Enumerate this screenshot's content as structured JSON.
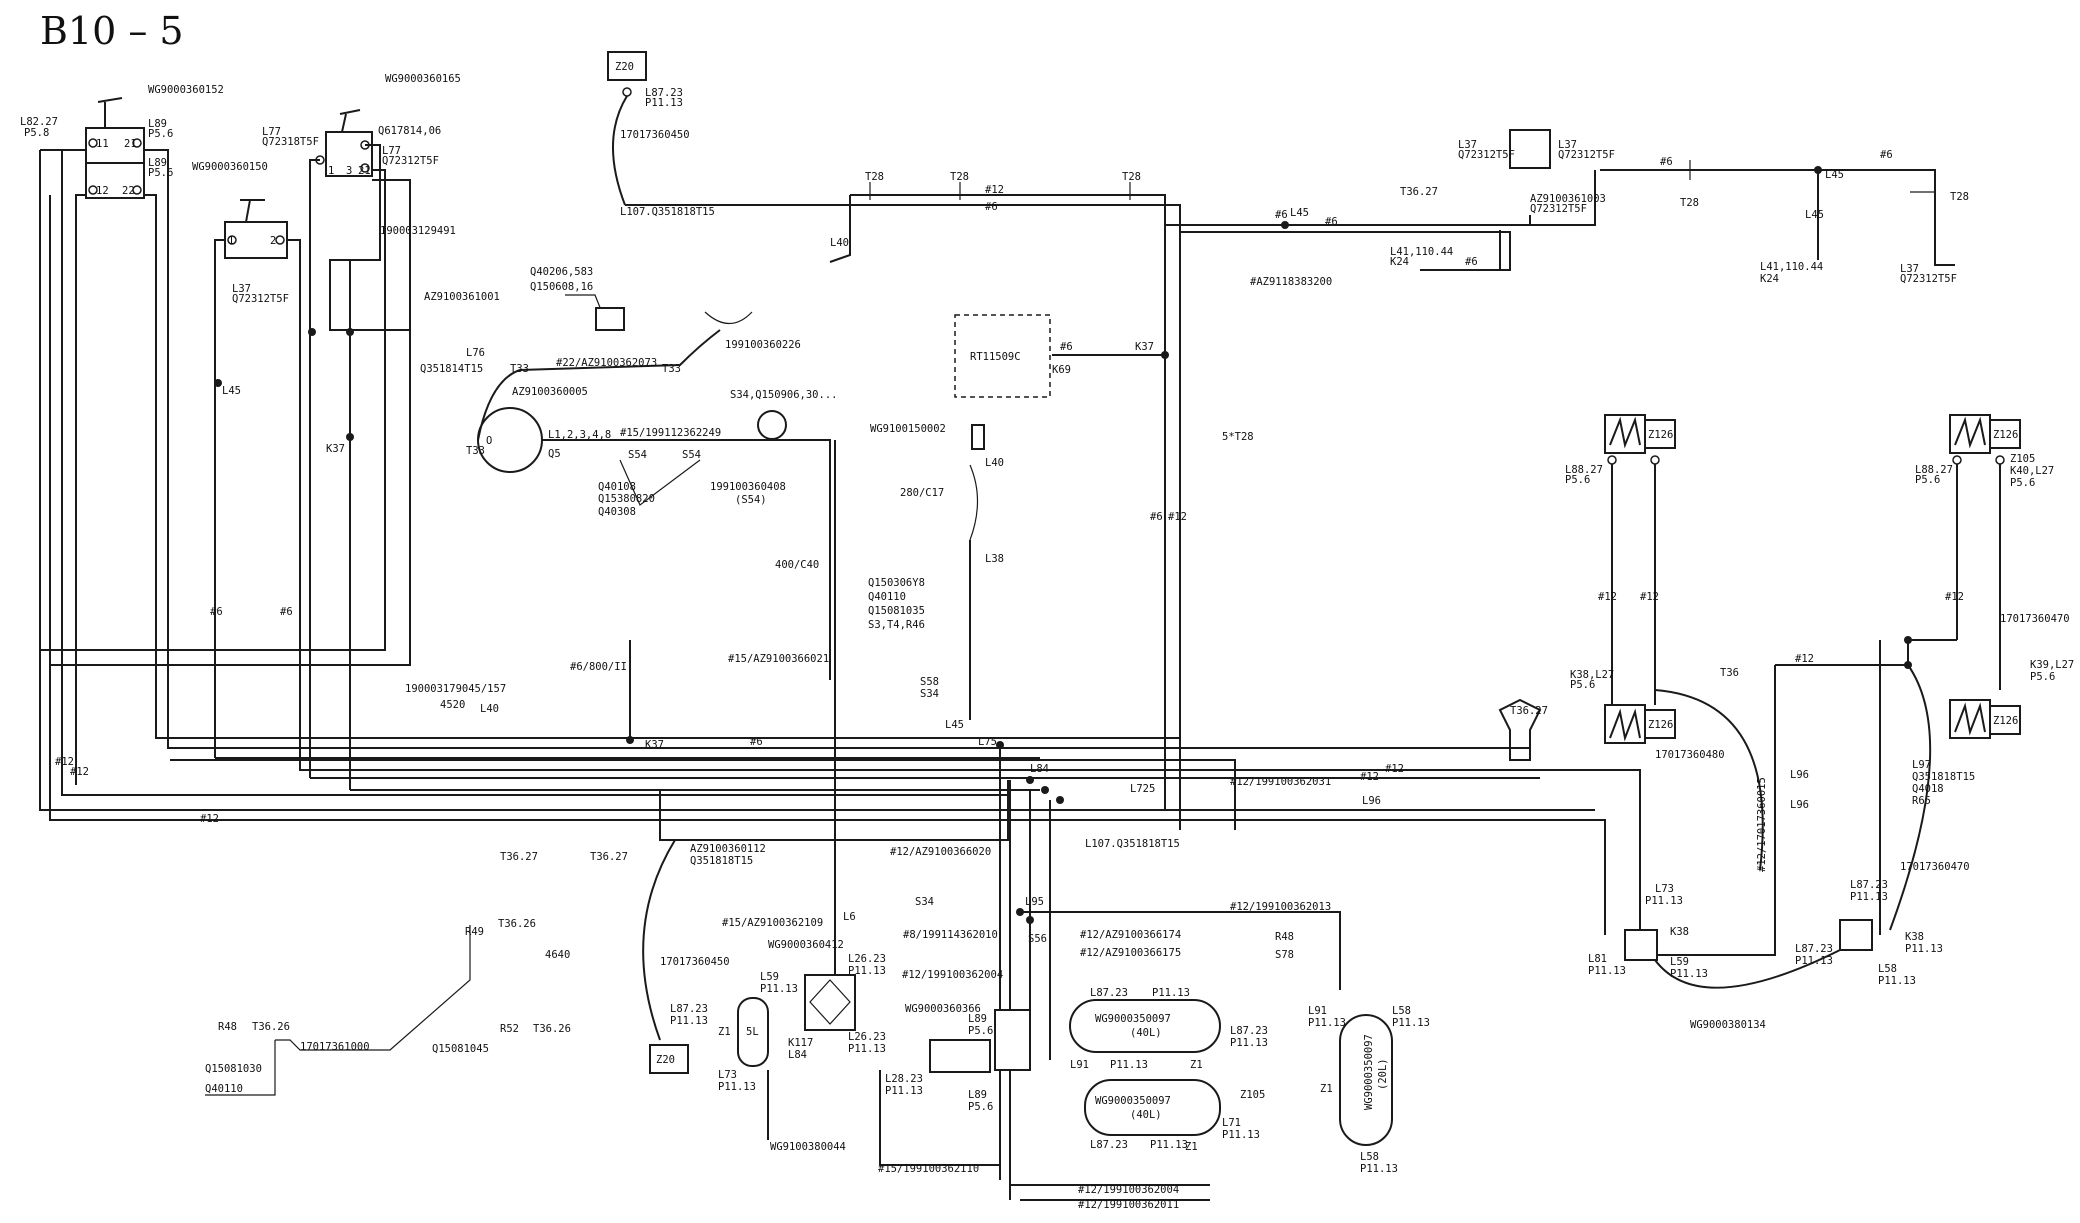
{
  "page": {
    "title": "B10 – 5"
  },
  "labels": {
    "top_left": {
      "l82": "L82.27",
      "p58a": "P5.8",
      "wg152": "WG9000360152",
      "l89a": "L89",
      "p56a": "P5.6",
      "l89b": "L89",
      "p56b": "P5.6",
      "n11": "11",
      "n21a": "21",
      "n12": "12",
      "n22": "22",
      "wg150": "WG9000360150",
      "n1a": "1",
      "n2a": "2",
      "l37a": "L37",
      "q723a": "Q72312T5F",
      "l77a": "L77",
      "q72318": "Q72318T5F",
      "wg165": "WG9000360165",
      "q617": "Q617814,06",
      "l77b": "L77",
      "q723b": "Q72312T5F",
      "n1b": "1",
      "n3b": "3",
      "n21b": "21",
      "p190": "190003129491",
      "az001": "AZ9100361001",
      "l76": "L76",
      "q0351": "Q351814T15",
      "l45a": "L45",
      "k37a": "K37"
    },
    "top_center": {
      "z20a": "Z20",
      "l8723a": "L87.23",
      "p1113a": "P11.13",
      "p17450": "17017360450",
      "l107a": "L107.Q351818T15",
      "t28a": "T28",
      "t28b": "T28",
      "t28c": "T28",
      "h12a": "#12",
      "h6a": "#6",
      "l40a": "L40",
      "q040206": "Q40206,583",
      "q150608": "Q150608,16",
      "t33a": "T33",
      "t33b": "T33",
      "t33c": "T33",
      "az2073": "#22/AZ9100362073",
      "p226": "199100360226",
      "az005": "AZ9100360005",
      "s34a": "S34,Q150906,30...",
      "rt": "RT11509C",
      "k69": "K69",
      "h6b": "#6",
      "k37b": "K37",
      "o": "O",
      "l1234": "L1,2,3,4,8",
      "q5": "Q5",
      "az249": "#15/199112362249",
      "s54a": "S54",
      "s54b": "S54",
      "q40108": "Q40108",
      "q15380": "Q15380820",
      "q40308": "Q40308",
      "p408": "199100360408",
      "s54c": "(S54)",
      "wg002": "WG9100150002",
      "l40b": "L40",
      "c17": "280/C17",
      "c40": "400/C40",
      "l38": "L38",
      "q1503": "Q150306Y8",
      "q0110": "Q40110",
      "q1508": "Q15081035",
      "s3t4": "S3,T4,R46",
      "t5t28": "5*T28",
      "h6c": "#6",
      "h12b": "#12"
    },
    "top_right": {
      "l37c": "L37",
      "q723c": "Q72312T5F",
      "l37d": "L37",
      "q723d": "Q72312T5F",
      "h6d": "#6",
      "l45b": "L45",
      "h6e": "#6",
      "t3627a": "T36.27",
      "az003": "AZ9100361003",
      "q723e": "Q72312T5F",
      "t28d": "T28",
      "t28e": "T28",
      "h6f": "#6",
      "h6g": "#6",
      "h6h": "#6",
      "l45c": "L45",
      "l45d": "L45",
      "az200": "#AZ9118383200",
      "l41a": "L41,110.44",
      "k24a": "K24",
      "l41b": "L41,110.44",
      "k24b": "K24",
      "l37e": "L37",
      "q723f": "Q72312T5F"
    },
    "right_units": {
      "z126a": "Z126",
      "z126b": "Z126",
      "z126c": "Z126",
      "z126d": "Z126",
      "l8827a": "L88.27",
      "p56c": "P5.6",
      "l8827b": "L88.27",
      "p56d": "P5.6",
      "z105a": "Z105",
      "k40": "K40,L27",
      "p56e": "P5.6",
      "h12c": "#12",
      "h12d": "#12",
      "h12e": "#12",
      "h12f": "#12",
      "p470a": "17017360470",
      "k38a": "K38,L27",
      "p56f": "P5.6",
      "k39": "K39,L27",
      "p56g": "P5.6",
      "t36": "T36",
      "l97": "L97",
      "q15": "Q351818T15",
      "q4018": "Q4018",
      "r65": "R65",
      "p480": "17017360480",
      "l96a": "L96",
      "l96b": "L96",
      "p470b": "17017360470",
      "p015": "#12/17017360015",
      "l73": "L73",
      "p1113b": "P11.13",
      "l8723b": "L87.23",
      "p1113c": "P11.13",
      "k38b": "K38",
      "l59a": "L59",
      "p1113d": "P11.13",
      "l81a": "L81",
      "p1113e": "P11.13",
      "k38c": "K38",
      "p1113f": "P11.13",
      "l8723c": "L87.23",
      "p1113g": "P11.13",
      "l58a": "L58",
      "p1113h": "P11.13",
      "wg134": "WG9000380134",
      "t3627b": "T36.27"
    },
    "bottom": {
      "h12g": "#12",
      "h12h": "#12",
      "h12i": "#12",
      "h12j": "#12",
      "h12k": "#12",
      "h6i": "#6",
      "h6j": "#6",
      "h6k": "#6",
      "p045": "190003179045/157",
      "p520": "4520",
      "k37c": "K37",
      "l40c": "L40",
      "h6l": "#6/800/II",
      "az021": "#15/AZ9100366021",
      "s58": "S58",
      "s34b": "S34",
      "l45e": "L45",
      "l75": "L75",
      "l84": "L84",
      "p725": "L725",
      "h12z": "#12/199100362031",
      "l96c": "L96",
      "l107b": "L107.Q351818T15",
      "az112": "AZ9100360112",
      "q5118": "Q351818T15",
      "t3627c": "T36.27",
      "t3627d": "T36.27",
      "az020": "#12/AZ9100366020",
      "s34c": "S34",
      "h12y": "#12/199100362013",
      "l95": "L95",
      "l6": "L6",
      "az109": "#15/AZ9100362109",
      "wg412": "WG9000360412",
      "l2623a": "L26.23",
      "p1113i": "P11.13",
      "h8": "#8/199114362010",
      "s56": "S56",
      "az174": "#12/AZ9100366174",
      "az175": "#12/AZ9100366175",
      "r48a": "R48",
      "s78": "S78",
      "r49": "R49",
      "t3626a": "T36.26",
      "p640": "4640",
      "p450b": "17017360450",
      "z20b": "Z20",
      "l8723d": "L87.23",
      "p1113j": "P11.13",
      "l59b": "L59",
      "p1113k": "P11.13",
      "n5l": "5L",
      "z1a": "Z1",
      "l73b": "L73",
      "p1113l": "P11.13",
      "wg044": "WG9100380044",
      "k117": "K117",
      "l84b": "L84",
      "l2623b": "L26.23",
      "p1113m": "P11.13",
      "h12x": "#12/199100362004",
      "wg366": "WG9000360366",
      "l89c": "L89",
      "p56h": "P5.6",
      "l2823": "L28.23",
      "p1113n": "P11.13",
      "l89d": "L89",
      "p56i": "P5.6",
      "tank1": "WG9000350097",
      "tank1b": "(40L)",
      "l8723e": "L87.23",
      "p1113o": "P11.13",
      "z1b": "Z1",
      "l91a": "L91",
      "p1113p": "P11.13",
      "l8723f": "L87.23",
      "p1113q": "P11.13",
      "tank2": "WG9000350097",
      "tank2b": "(40L)",
      "z105b": "Z105",
      "l71": "L71",
      "p1113r": "P11.13",
      "z1c": "Z1",
      "l8723g": "L87.23",
      "p1113s": "P11.13",
      "l91b": "L91",
      "p1113t": "P11.13",
      "tank3": "WG9000350097",
      "tank3b": "(20L)",
      "l58b": "L58",
      "p1113u": "P11.13",
      "l58c": "L58",
      "p1113v": "P11.13",
      "z1d": "Z1",
      "p110": "#15/199100362110",
      "p004": "#12/199100362004",
      "p011": "#12/199100362011",
      "r48b": "R48",
      "t3626b": "T36.26",
      "p000": "17017361000",
      "q15081030": "Q15081030",
      "q040110": "Q40110",
      "r52": "R52",
      "t3626c": "T36.26",
      "q15081045": "Q15081045"
    }
  }
}
